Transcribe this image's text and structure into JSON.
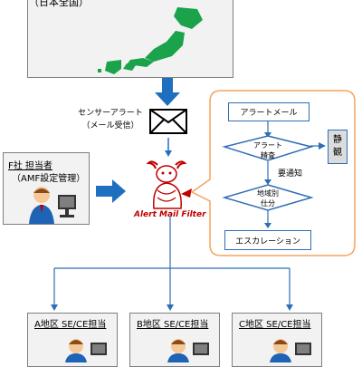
{
  "map": {
    "label": "（日本全国）"
  },
  "sensor": {
    "line1": "センサーアラート",
    "line2": "（メール受信）"
  },
  "admin": {
    "title": "F社 担当者",
    "subtitle": "（AMF設定管理）"
  },
  "brand": {
    "logo_text": "Alert Mail Filter"
  },
  "flow": {
    "alert_mail": "アラートメール",
    "alert_check_line1": "アラート",
    "alert_check_line2": "精査",
    "quiet_line1": "静",
    "quiet_line2": "観",
    "notify_needed": "要通知",
    "regional_line1": "地域別",
    "regional_line2": "仕分",
    "escalation": "エスカレーション"
  },
  "regions": [
    {
      "label": "A地区 SE/CE担当"
    },
    {
      "label": "B地区 SE/CE担当"
    },
    {
      "label": "C地区 SE/CE担当"
    }
  ],
  "colors": {
    "arrow_blue": "#1f6fc0",
    "flow_blue": "#2f6db5",
    "callout_orange": "#f4a460",
    "map_green": "#1aa34a",
    "logo_red": "#c00000",
    "panel_gray": "#f2f2f2"
  }
}
